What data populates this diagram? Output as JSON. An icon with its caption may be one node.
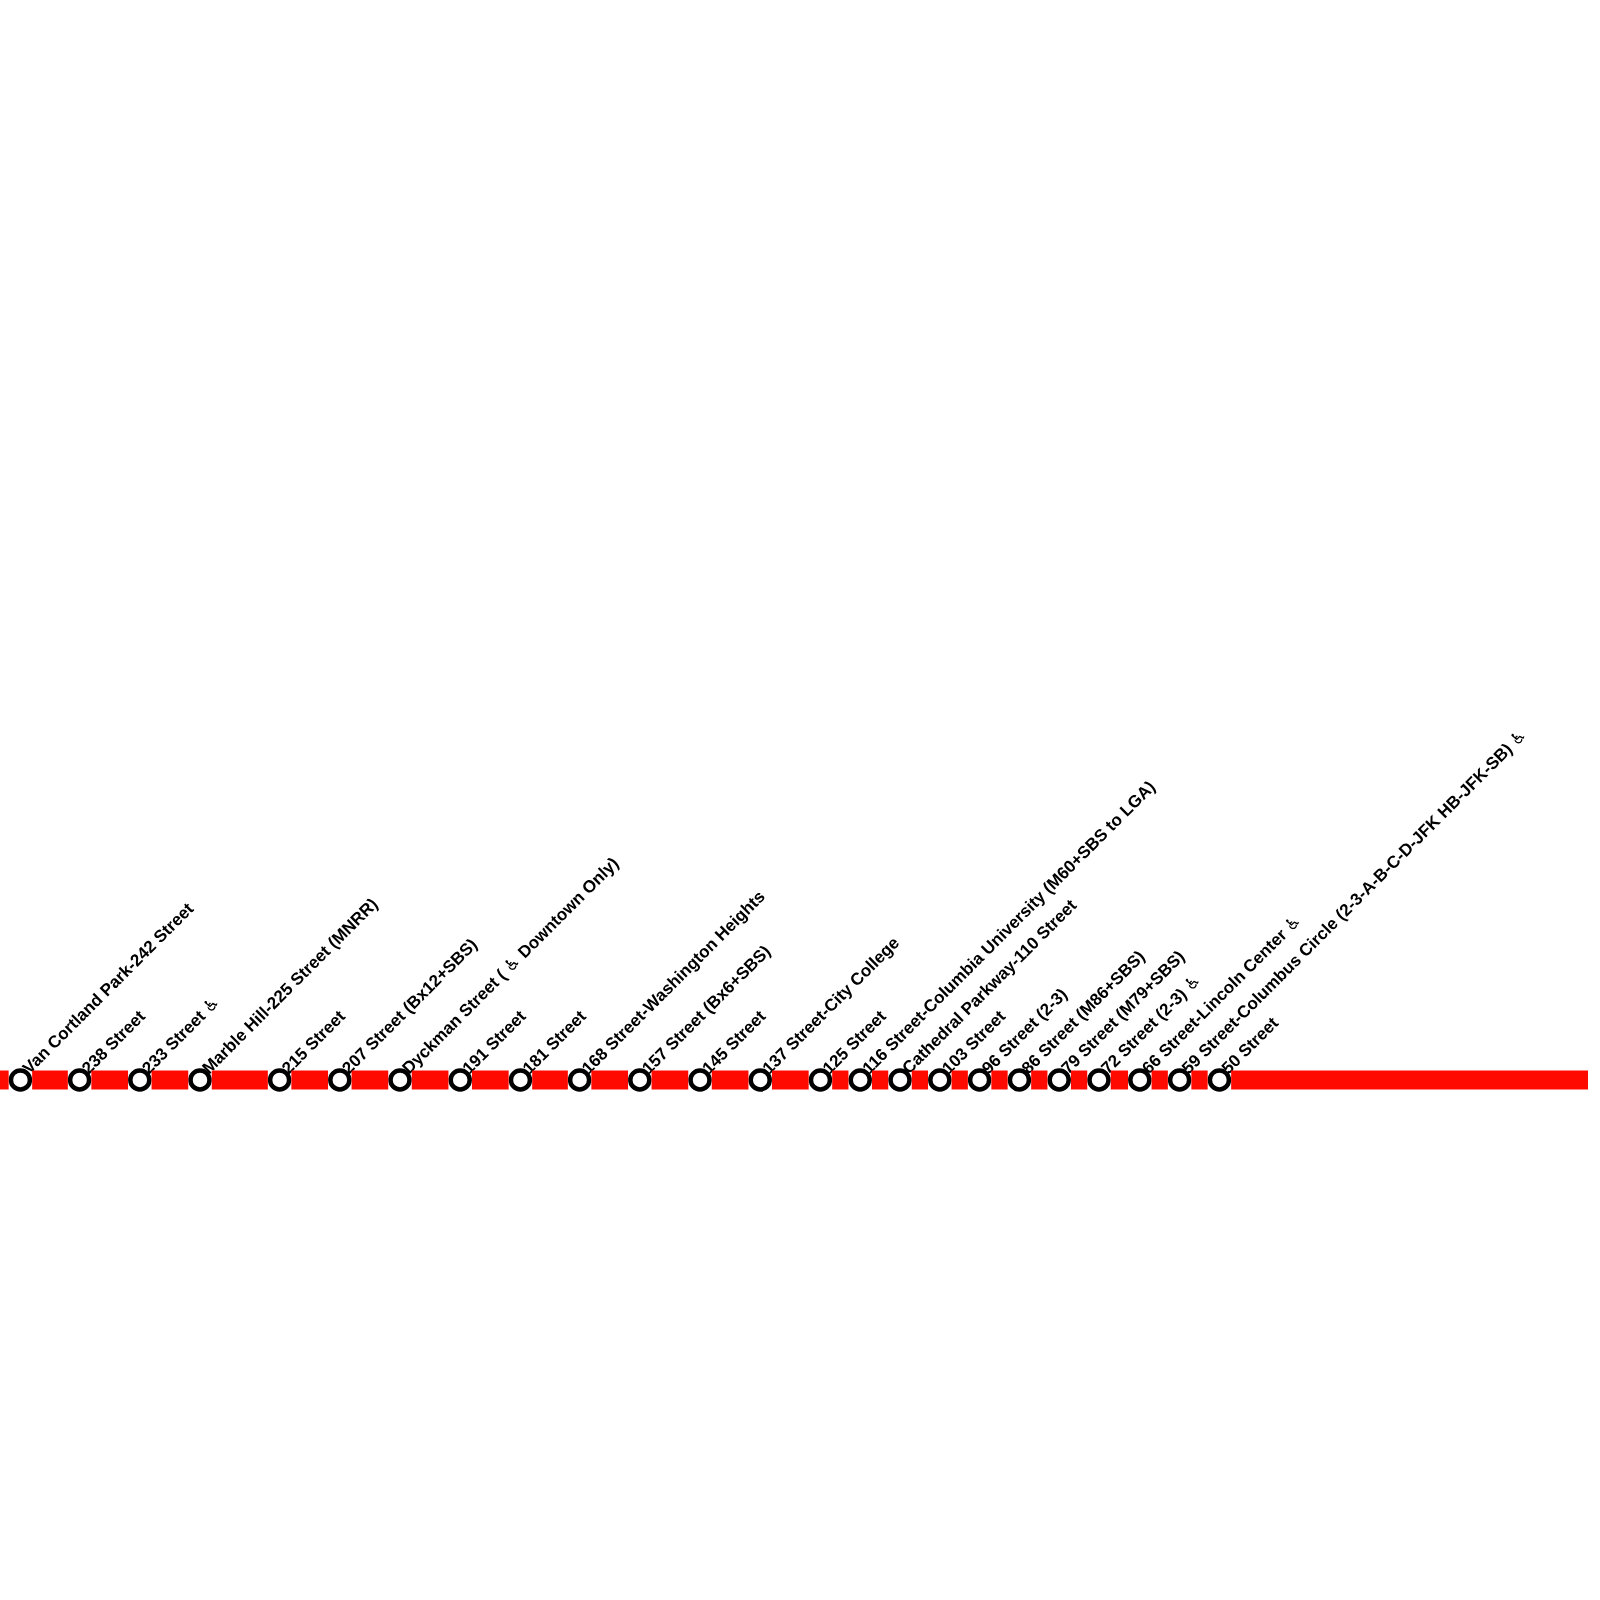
{
  "diagram": {
    "nodes": [
      {
        "text": [],
        "shape": "circle",
        "beside": [
          "Van Cortland Park-242 Street"
        ]
      },
      {
        "text": [],
        "shape": "circle",
        "beside": [
          "238 Street"
        ]
      },
      {
        "text": [],
        "shape": "circle",
        "beside": [
          "233 Street ♿"
        ]
      },
      {
        "text": [],
        "shape": "circle",
        "beside": [
          "Marble Hill-225 Street (MNRR)"
        ]
      },
      {
        "text": [],
        "shape": "circle",
        "beside": [
          "215 Street"
        ]
      },
      {
        "text": [],
        "shape": "circle",
        "beside": [
          "207 Street (Bx12+SBS)"
        ]
      },
      {
        "text": [],
        "shape": "circle",
        "beside": [
          "Dyckman Street ( ♿ Downtown Only)"
        ]
      },
      {
        "text": [],
        "shape": "circle",
        "beside": [
          "191 Street"
        ]
      },
      {
        "text": [],
        "shape": "circle",
        "beside": [
          "181 Street"
        ]
      },
      {
        "text": [],
        "shape": "circle",
        "beside": [
          "168 Street-Washington Heights"
        ]
      },
      {
        "text": [],
        "shape": "circle",
        "beside": [
          "157 Street (Bx6+SBS)"
        ]
      },
      {
        "text": [],
        "shape": "circle",
        "beside": [
          "145 Street"
        ]
      },
      {
        "text": [],
        "shape": "circle",
        "beside": [
          "137 Street-City College"
        ]
      },
      {
        "text": [],
        "shape": "circle",
        "beside": [
          "125 Street"
        ]
      },
      {
        "text": [],
        "shape": "circle",
        "beside": [
          "116 Street-Columbia University (M60+SBS to LGA)"
        ]
      },
      {
        "text": [],
        "shape": "circle",
        "beside": [
          "Cathedral Parkway-110 Street"
        ]
      },
      {
        "text": [],
        "shape": "circle",
        "beside": [
          "103 Street"
        ]
      },
      {
        "text": [],
        "shape": "circle",
        "beside": [
          "96 Street (2-3)"
        ]
      },
      {
        "text": [],
        "shape": "circle",
        "beside": [
          "86 Street (M86+SBS)"
        ]
      },
      {
        "text": [],
        "shape": "circle",
        "beside": [
          "79 Street (M79+SBS)"
        ]
      },
      {
        "text": [],
        "shape": "circle",
        "beside": [
          "72 Street (2-3) ♿"
        ]
      },
      {
        "text": [],
        "shape": "circle",
        "beside": [
          "66 Street-Lincoln Center ♿"
        ]
      },
      {
        "text": [],
        "shape": "circle",
        "beside": [
          "59 Street-Columbus Circle (2-3-A-B-C-D-JFK HB-JFK-SB) ♿"
        ]
      },
      {
        "text": [],
        "shape": "circle",
        "beside": [
          "50 Street"
        ]
      }
    ],
    "edges": [
      {
        "from": null,
        "to": 0,
        "arrow": "none"
      },
      {
        "from": 0,
        "to": 1,
        "arrow": "none"
      },
      {
        "from": 1,
        "to": 2,
        "arrow": "none"
      },
      {
        "from": 2,
        "to": 3,
        "arrow": "none"
      },
      {
        "from": 3,
        "to": 4,
        "arrow": "none"
      },
      {
        "from": 4,
        "to": 5,
        "arrow": "none"
      },
      {
        "from": 5,
        "to": 6,
        "arrow": "none"
      },
      {
        "from": 6,
        "to": 7,
        "arrow": "none"
      },
      {
        "from": 7,
        "to": 8,
        "arrow": "none"
      },
      {
        "from": 8,
        "to": 9,
        "arrow": "none"
      },
      {
        "from": 9,
        "to": 10,
        "arrow": "none"
      },
      {
        "from": 10,
        "to": 11,
        "arrow": "none"
      },
      {
        "from": 11,
        "to": 12,
        "arrow": "none"
      },
      {
        "from": 12,
        "to": 13,
        "arrow": "none"
      },
      {
        "from": 13,
        "to": 14,
        "arrow": "none"
      },
      {
        "from": 14,
        "to": 15,
        "arrow": "none"
      },
      {
        "from": 15,
        "to": 16,
        "arrow": "none"
      },
      {
        "from": 16,
        "to": 17,
        "arrow": "none"
      },
      {
        "from": 17,
        "to": 18,
        "arrow": "none"
      },
      {
        "from": 18,
        "to": 19,
        "arrow": "none"
      },
      {
        "from": 19,
        "to": 20,
        "arrow": "none"
      },
      {
        "from": 20,
        "to": 21,
        "arrow": "none"
      },
      {
        "from": 21,
        "to": 22,
        "arrow": "none"
      },
      {
        "from": 22,
        "to": 23,
        "arrow": "none"
      },
      {
        "from": 23,
        "to": null,
        "arrow": "none"
      }
    ]
  }
}
